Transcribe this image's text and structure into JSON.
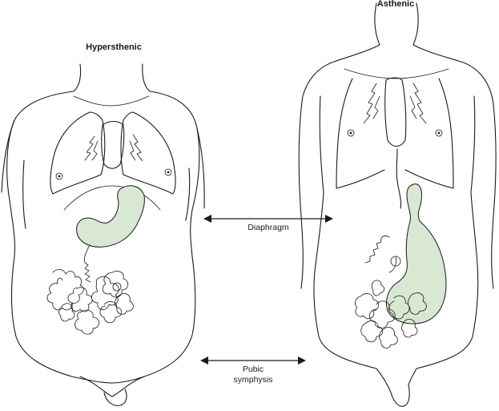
{
  "labels": {
    "left_figure": "Hypersthenic",
    "right_figure": "Asthenic",
    "diaphragm": "Diaphragm",
    "pubic_line1": "Pubic",
    "pubic_line2": "symphysis"
  },
  "colors": {
    "organ_fill": "#d8e8d2",
    "line": "#1a1a1a",
    "background": "#ffffff"
  }
}
